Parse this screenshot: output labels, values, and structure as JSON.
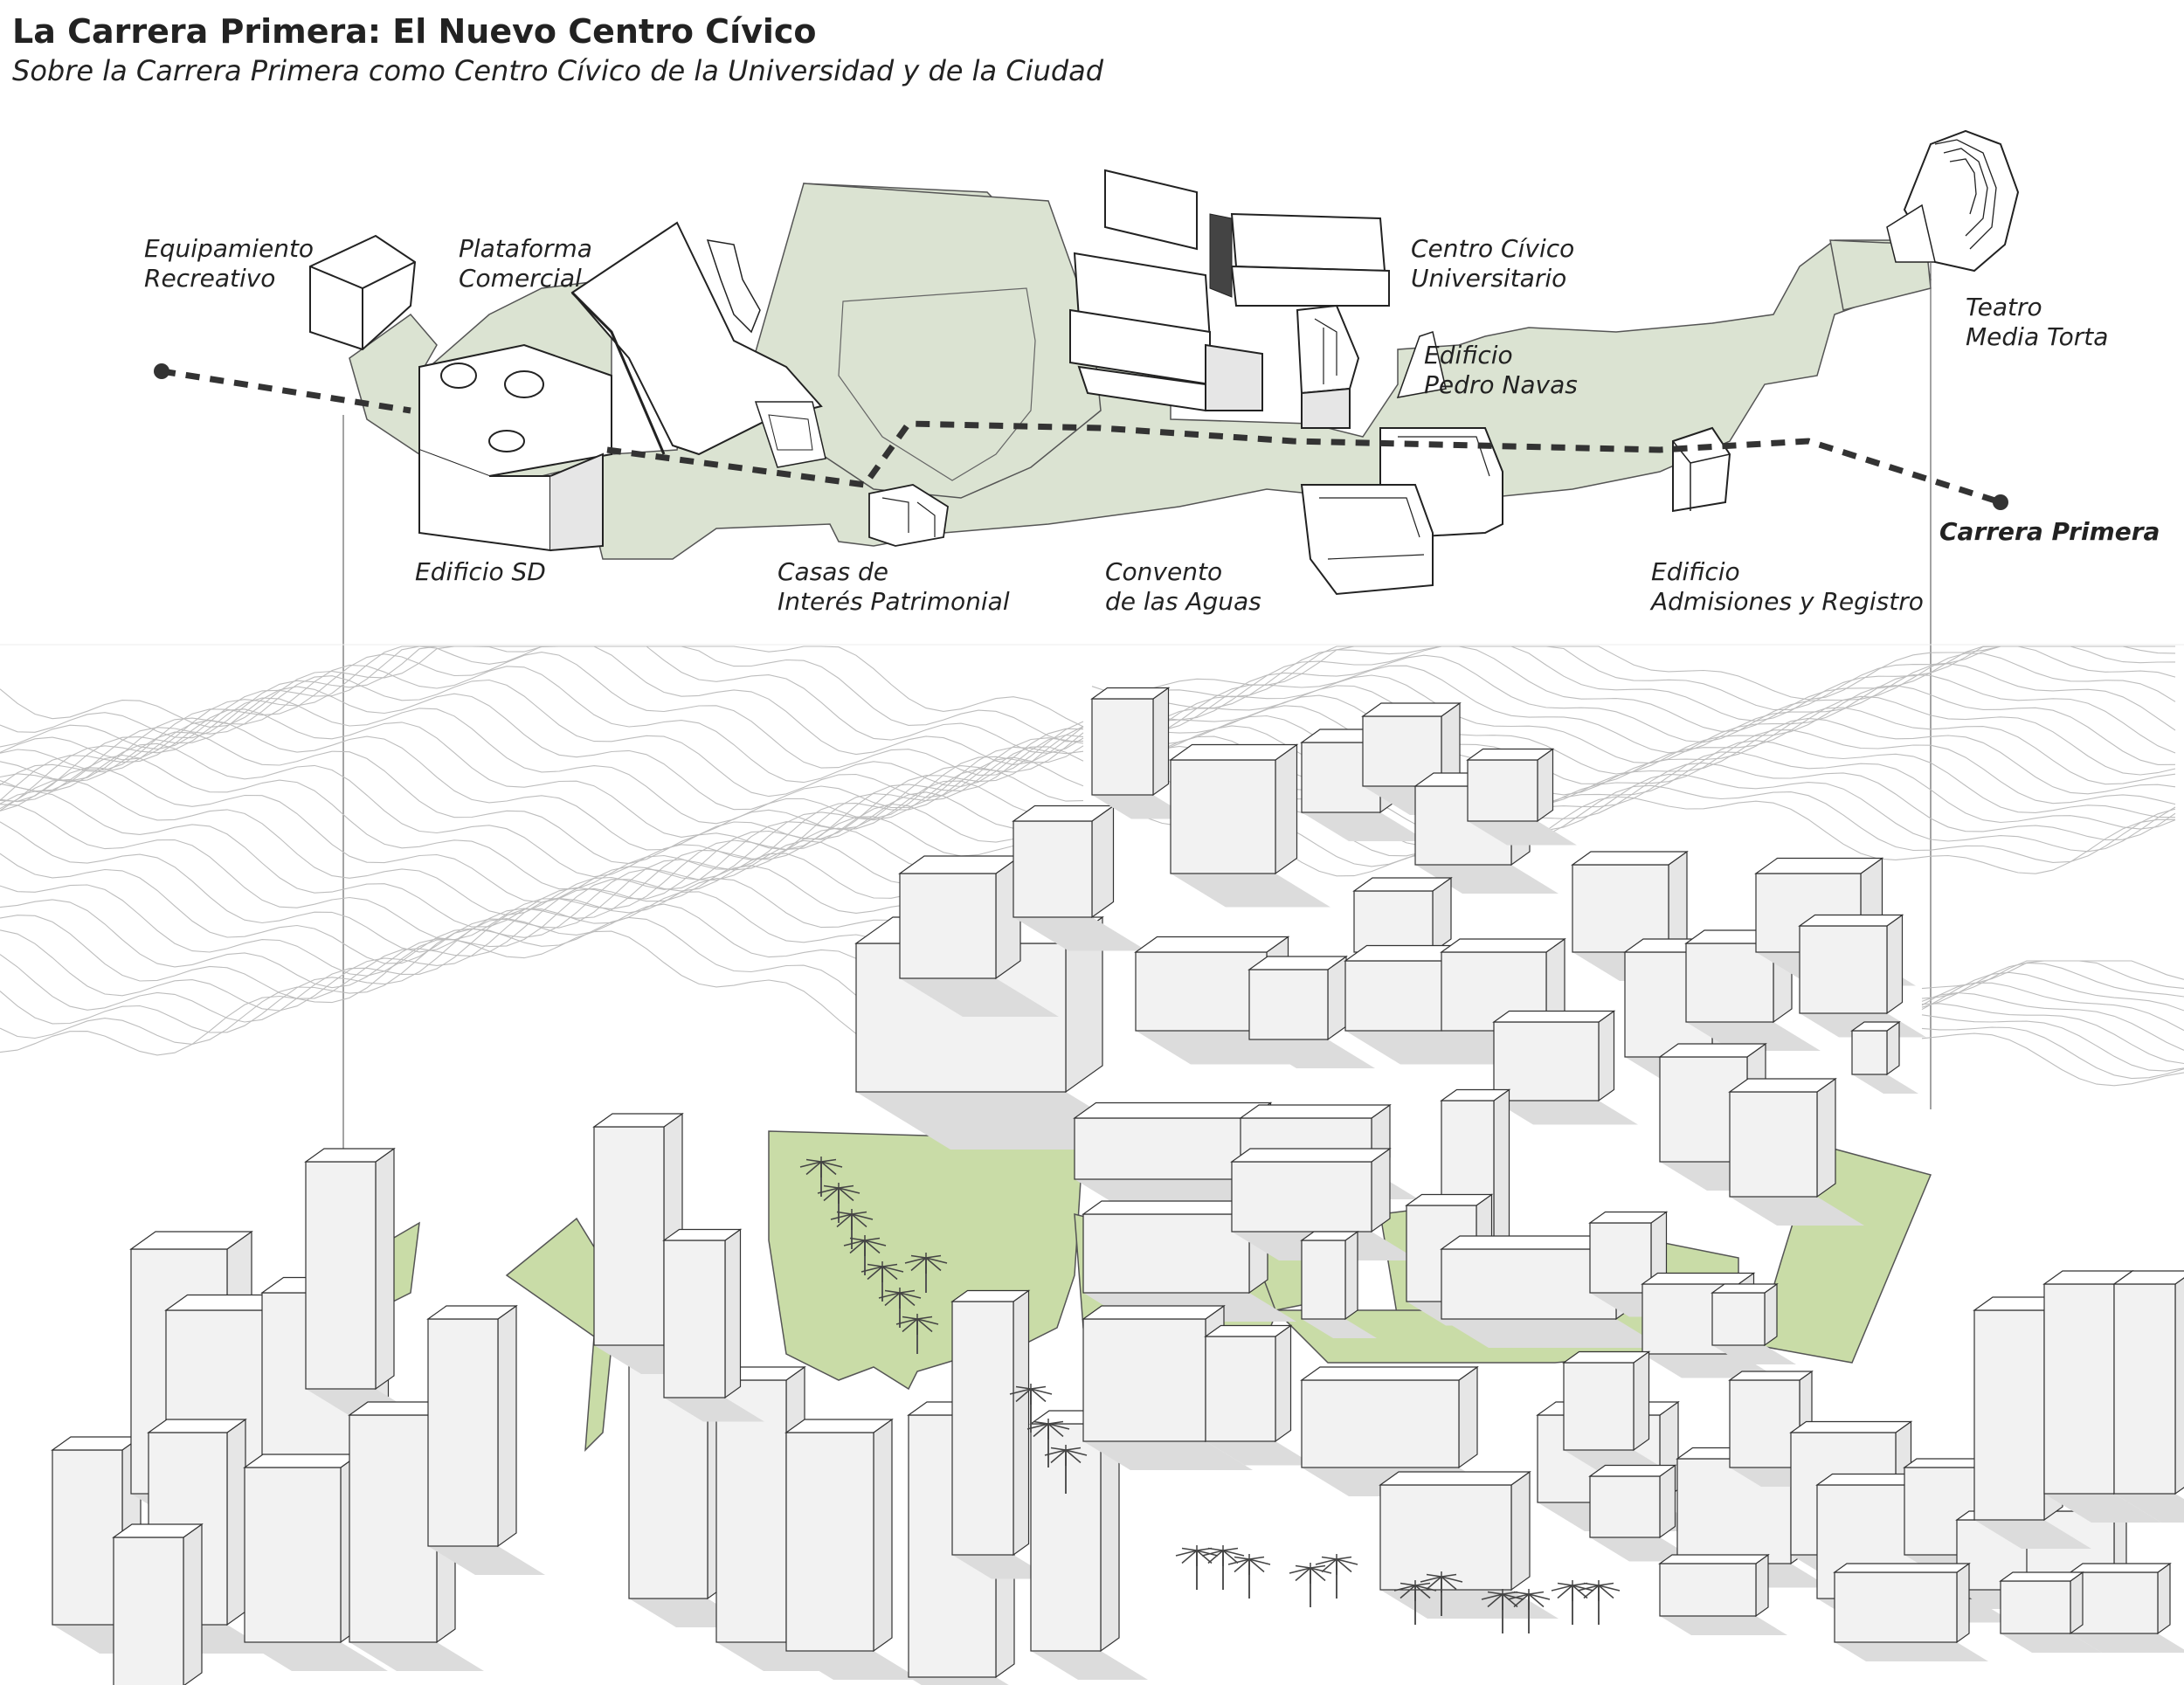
{
  "header": {
    "title": "La Carrera Primera: El Nuevo Centro Cívico",
    "subtitle": "Sobre la Carrera Primera como Centro Cívico de la Universidad y de la Ciudad"
  },
  "labels": {
    "equipamiento": [
      "Equipamiento",
      "Recreativo"
    ],
    "plataforma": [
      "Plataforma",
      "Comercial"
    ],
    "centro_civico": [
      "Centro Cívico",
      "Universitario"
    ],
    "teatro": [
      "Teatro",
      "Media Torta"
    ],
    "pedro_navas": [
      "Edificio",
      "Pedro Navas"
    ],
    "edificio_sd": [
      "Edificio SD"
    ],
    "casas": [
      "Casas de",
      "Interés Patrimonial"
    ],
    "convento": [
      "Convento",
      "de las Aguas"
    ],
    "admisiones": [
      "Edificio",
      "Admisiones y Registro"
    ],
    "carrera": [
      "Carrera Primera"
    ]
  },
  "colors": {
    "plaza_top": "#dbe3d2",
    "plaza_map": "#c9dca7",
    "building_fill": "#ffffff",
    "building_side": "#e6e6e6",
    "shadow": "#dcdcdc",
    "contour": "#bdbdbd",
    "line": "#333333"
  }
}
